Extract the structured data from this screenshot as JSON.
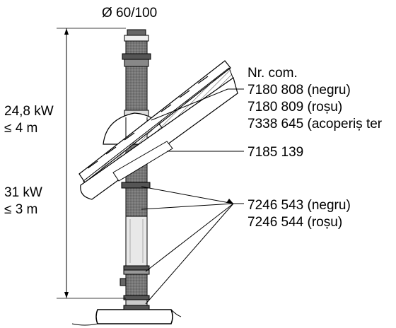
{
  "diagram": {
    "diameter_label": "Ø 60/100",
    "dimension_top": {
      "power": "24,8 kW",
      "length": "≤ 4 m"
    },
    "dimension_bottom": {
      "power": "31 kW",
      "length": "≤ 3 m"
    },
    "order_numbers": {
      "heading": "Nr. com.",
      "roof_flashing": [
        "7180 808 (negru)",
        "7180 809 (roșu)",
        "7338 645 (acoperiș ter"
      ],
      "roof_plate": "7185 139",
      "clamps": [
        "7246 543 (negru)",
        "7246 544 (roșu)"
      ]
    },
    "colors": {
      "line": "#000000",
      "pipe_dark": "#6f6f6f",
      "pipe_light": "#e6e6e6",
      "hatch": "#444444"
    }
  }
}
